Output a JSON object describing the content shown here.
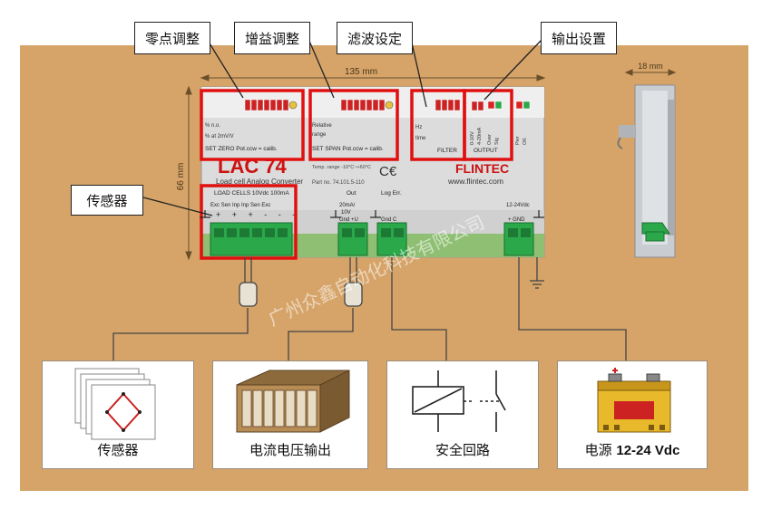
{
  "colors": {
    "board": "#d6a469",
    "highlight": "#e01010",
    "terminal_green": "#2aa84a",
    "device_body": "#d9d9d9",
    "device_lower": "#e8e8e8"
  },
  "callouts": {
    "zero_adjust": "零点调整",
    "gain_adjust": "增益调整",
    "filter_setting": "滤波设定",
    "output_setting": "输出设置",
    "sensor": "传感器"
  },
  "dimensions": {
    "width": "135 mm",
    "height": "66 mm",
    "depth": "18 mm"
  },
  "device": {
    "model": "LAC 74",
    "subtitle": "Load cell Analog Converter",
    "part_no": "Part no. 74.101.5-110",
    "temp_range": "Temp. range -10°C~+60°C",
    "brand": "FLINTEC",
    "website": "www.flintec.com",
    "zero_label_a": "% n.o.",
    "zero_label_b": "% at 2mV/V",
    "zero_footer": "SET ZERO Pot.ccw = calib.",
    "span_label_a": "Relative",
    "span_label_b": "range",
    "span_footer": "SET SPAN Pot.ccw = calib.",
    "filter_label_a": "Hz",
    "filter_label_b": "time",
    "filter_footer": "FILTER",
    "output_footer": "OUTPUT",
    "output_col_1": "0-10V",
    "output_col_2": "4-20mA",
    "output_col_3": "Over",
    "output_col_4": "Sig",
    "power_label_a": "Pwr",
    "power_label_b": "OK",
    "load_cells_header": "LOAD CELLS 10Vdc 100mA",
    "load_cells_pins": "Exc Sen Inp Inp Sen Exc",
    "load_cells_signs": "+ + + - - -",
    "out_header": "Out",
    "out_spec_a": "20mA/",
    "out_spec_b": "10V",
    "out_pins": "Gnd +U",
    "logerr_header": "Log Err.",
    "logerr_pins": "Gnd C",
    "supply_header": "12-24Vdc",
    "supply_pins": "+ GND"
  },
  "watermark": "广州众鑫自动化科技有限公司",
  "bottom_boxes": [
    {
      "label": "传感器",
      "icon": "load-cell-bridge-icon"
    },
    {
      "label": "电流电压输出",
      "icon": "rack-instrument-icon"
    },
    {
      "label": "安全回路",
      "icon": "relay-switch-icon"
    },
    {
      "label": "电源",
      "label_suffix": "12-24 Vdc",
      "icon": "battery-icon"
    }
  ]
}
